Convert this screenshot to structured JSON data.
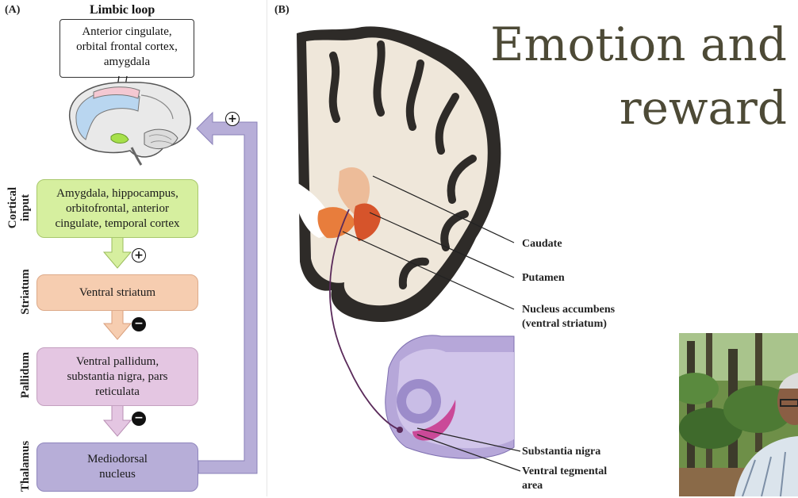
{
  "panel_a": {
    "label": "(A)",
    "loop_title": "Limbic loop",
    "callout": "Anterior cingulate,\norbital frontal cortex,\namygdala",
    "side_labels": {
      "cortical": "Cortical\ninput",
      "striatum": "Striatum",
      "pallidum": "Pallidum",
      "thalamus": "Thalamus"
    },
    "boxes": {
      "cortical": "Amygdala, hippocampus,\norbitofrontal, anterior\ncingulate, temporal cortex",
      "striatum": "Ventral striatum",
      "pallidum": "Ventral pallidum,\nsubstantia nigra, pars\nreticulata",
      "thalamus": "Mediodorsal\nnucleus"
    },
    "signs": {
      "plus": "+",
      "minus": "−"
    },
    "colors": {
      "cortical": "#d6ef9f",
      "striatum": "#f6cdb0",
      "pallidum": "#e4c6e2",
      "thalamus": "#b7aed8",
      "loop_arrow": "#b7aed8"
    }
  },
  "panel_b": {
    "label": "(B)",
    "labels": {
      "caudate": "Caudate",
      "putamen": "Putamen",
      "accumbens": "Nucleus accumbens\n(ventral striatum)",
      "nigra": "Substantia nigra",
      "vta": "Ventral tegmental\narea"
    }
  },
  "slide": {
    "title_line1": "Emotion and",
    "title_line2": "reward",
    "title_color": "#4d4a36"
  }
}
